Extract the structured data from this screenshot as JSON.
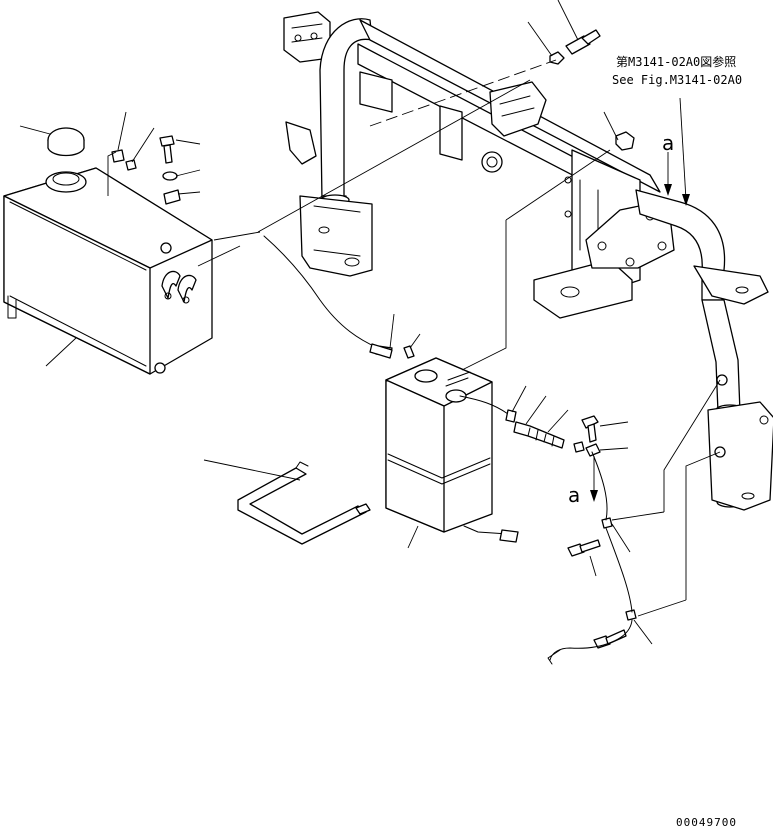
{
  "notes": {
    "reference_jp": "第M3141-02A0図参照",
    "reference_en": "See Fig.M3141-02A0"
  },
  "markers": {
    "view_a_top": "a",
    "view_a_mid": "a"
  },
  "footer": {
    "drawing_code": "00049700"
  }
}
